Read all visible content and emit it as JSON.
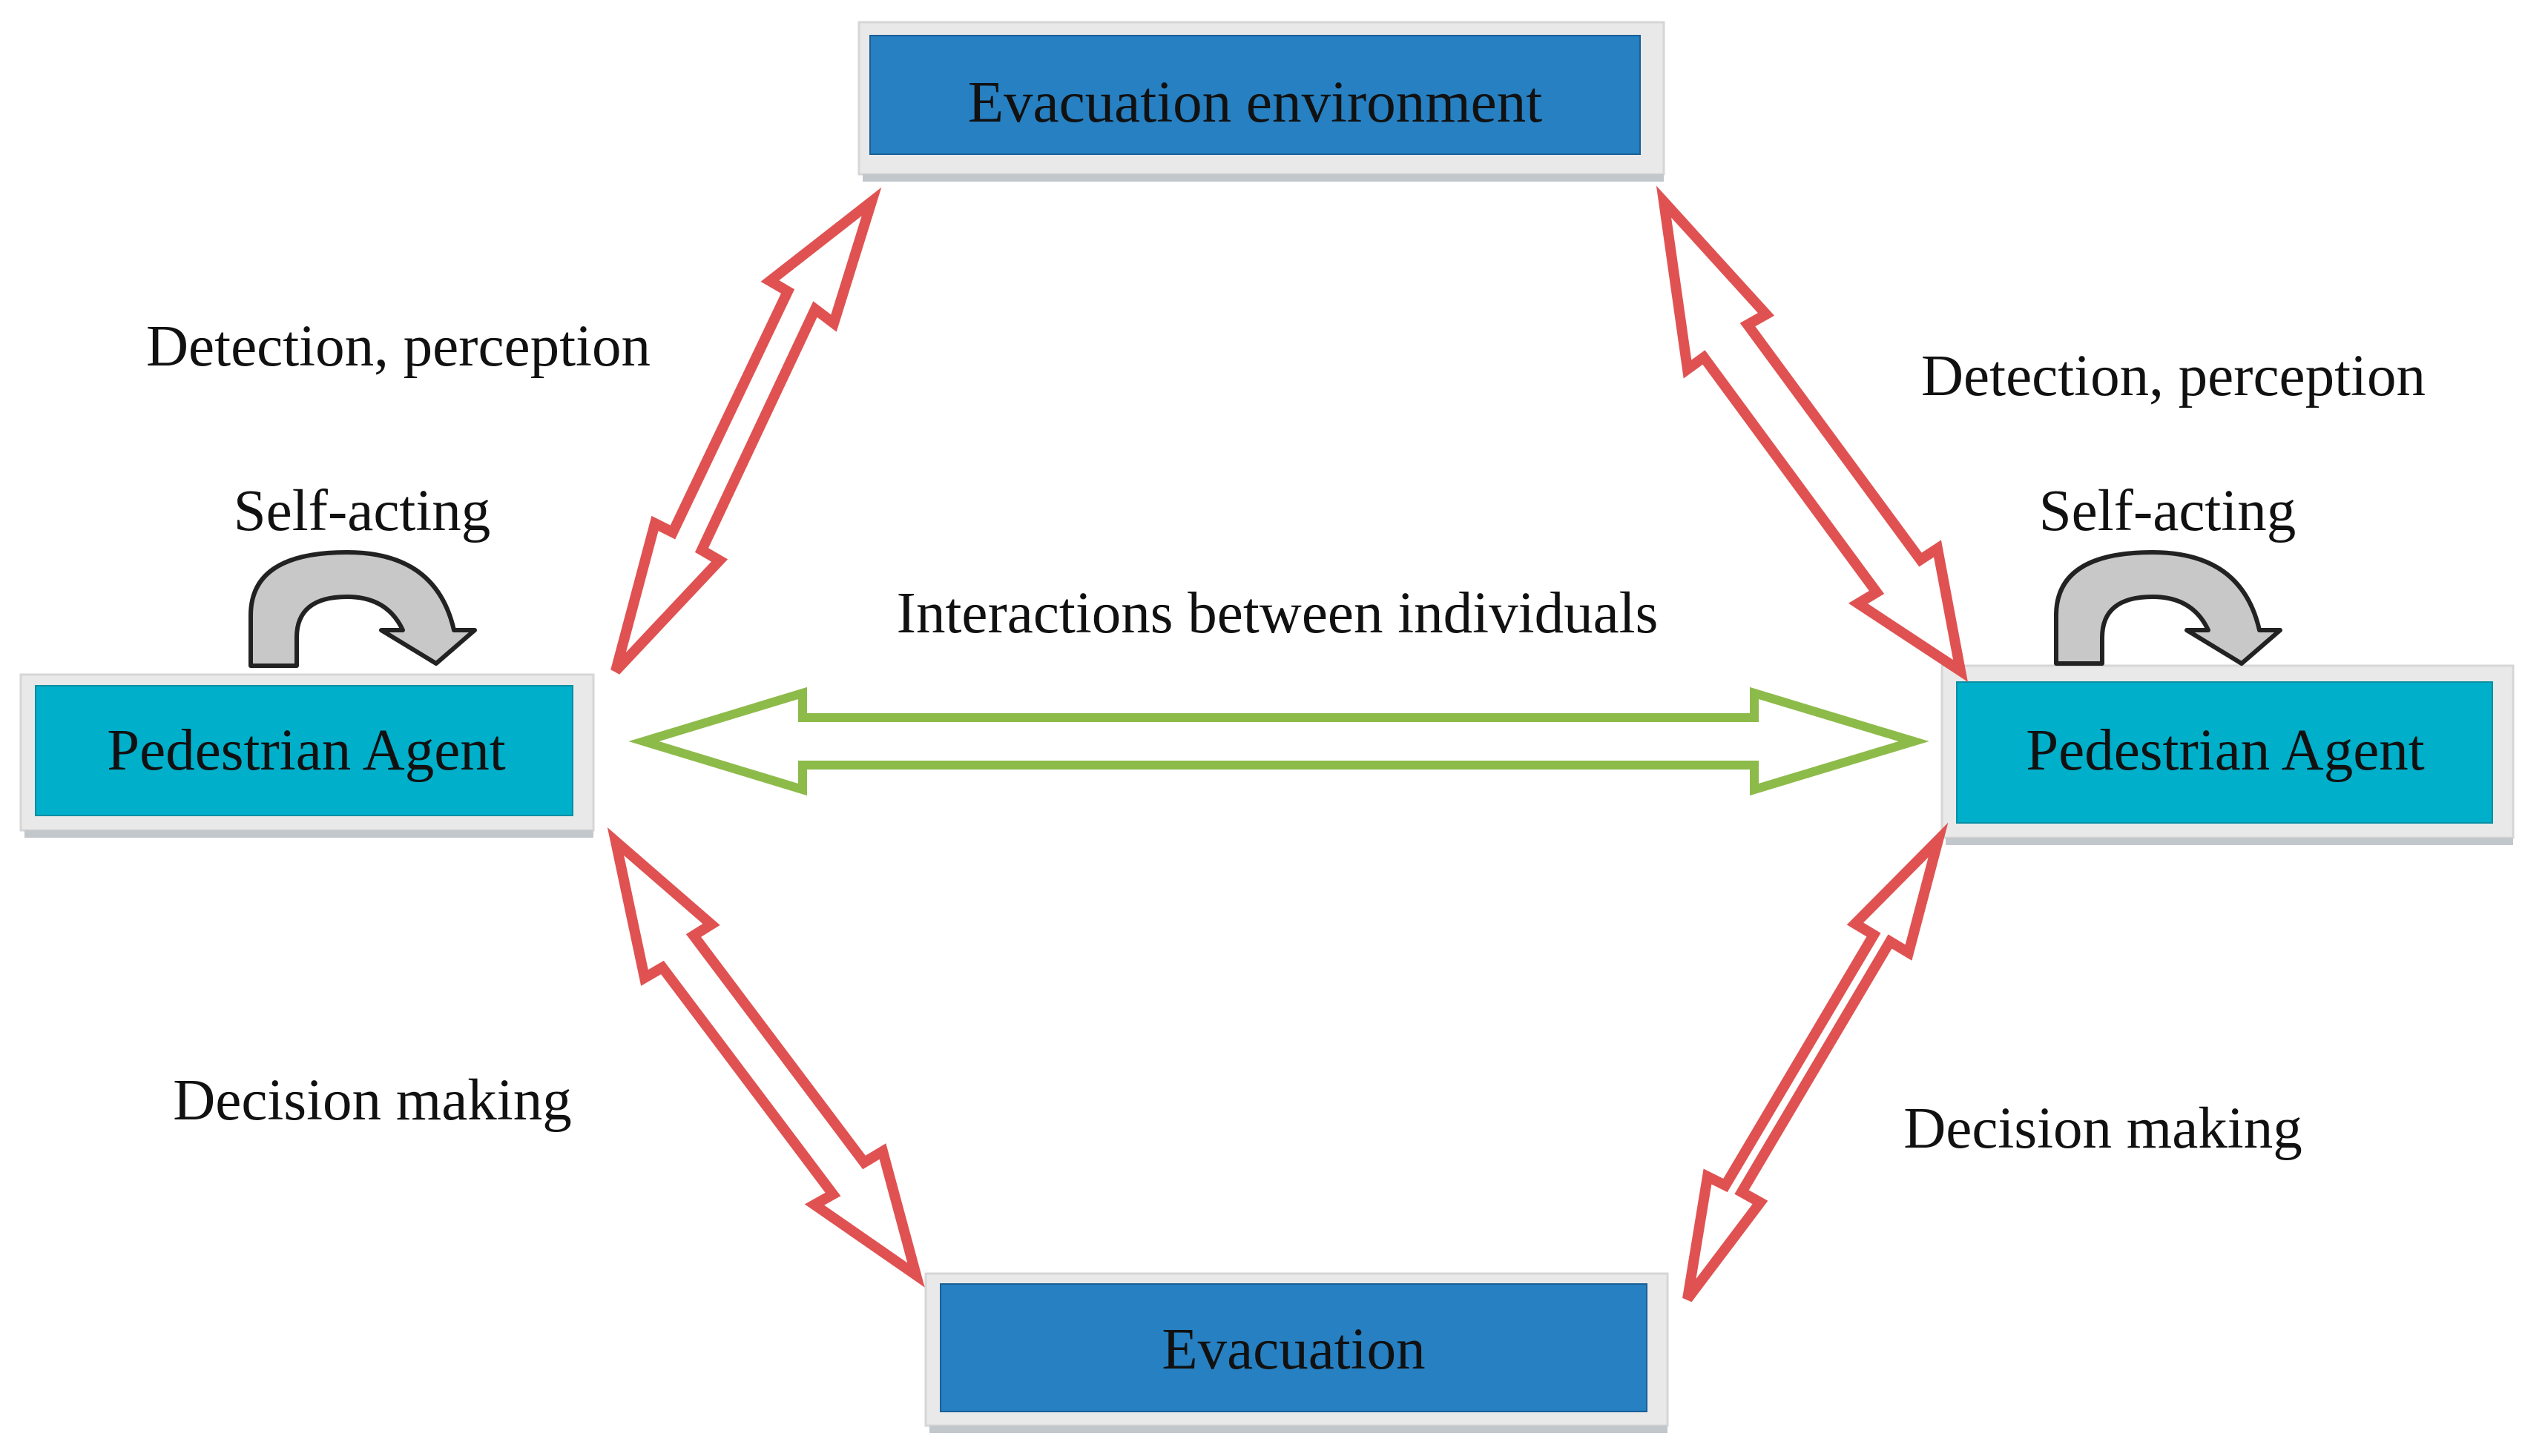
{
  "nodes": {
    "environment": {
      "label": "Evacuation environment"
    },
    "evacuation": {
      "label": "Evacuation"
    },
    "agent_left": {
      "label": "Pedestrian Agent"
    },
    "agent_right": {
      "label": "Pedestrian Agent"
    }
  },
  "labels": {
    "perception_left": "Detection, perception",
    "perception_right": "Detection, perception",
    "self_acting_left": "Self-acting",
    "self_acting_right": "Self-acting",
    "interactions": "Interactions between individuals",
    "decision_left": "Decision making",
    "decision_right": "Decision making"
  },
  "colors": {
    "evacuation_box": "#2680C2",
    "agent_box": "#00AFCA",
    "red_arrow": "#E05252",
    "green_arrow": "#8DBB4A",
    "self_arrow_fill": "#C8C8C8"
  }
}
